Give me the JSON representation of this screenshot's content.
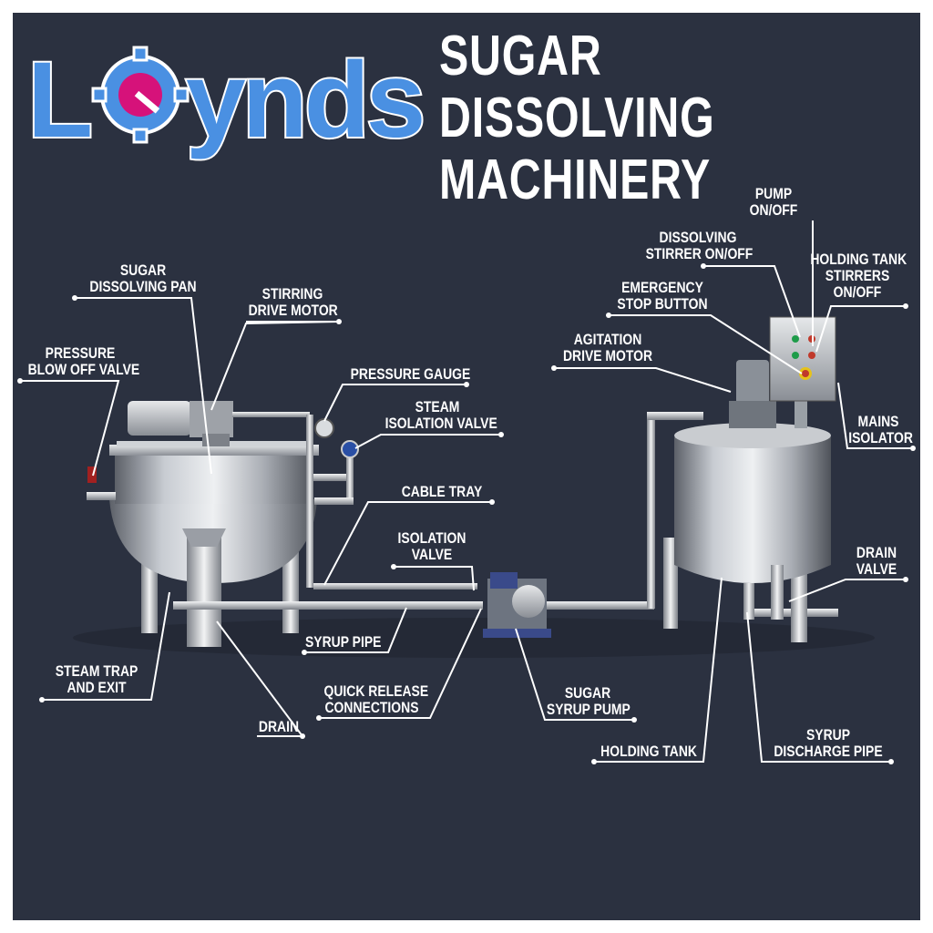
{
  "brand": {
    "logo_text": "Loynds",
    "logo_color": "#4a90e2",
    "accent_color": "#d6127a"
  },
  "title": {
    "line1": "SUGAR DISSOLVING",
    "line2": "MACHINERY"
  },
  "background_color": "#2b3140",
  "labels": {
    "sugar_dissolving_pan": {
      "l1": "SUGAR",
      "l2": "DISSOLVING PAN"
    },
    "stirring_drive_motor": {
      "l1": "STIRRING",
      "l2": "DRIVE MOTOR"
    },
    "pressure_blow_off_valve": {
      "l1": "PRESSURE",
      "l2": "BLOW OFF VALVE"
    },
    "pressure_gauge": {
      "l1": "PRESSURE GAUGE"
    },
    "steam_isolation_valve": {
      "l1": "STEAM",
      "l2": "ISOLATION VALVE"
    },
    "cable_tray": {
      "l1": "CABLE TRAY"
    },
    "isolation_valve": {
      "l1": "ISOLATION",
      "l2": "VALVE"
    },
    "syrup_pipe": {
      "l1": "SYRUP PIPE"
    },
    "steam_trap": {
      "l1": "STEAM TRAP",
      "l2": "AND EXIT"
    },
    "quick_release": {
      "l1": "QUICK RELEASE",
      "l2": "CONNECTIONS"
    },
    "drain": {
      "l1": "DRAIN"
    },
    "sugar_syrup_pump": {
      "l1": "SUGAR",
      "l2": "SYRUP PUMP"
    },
    "pump_on_off": {
      "l1": "PUMP",
      "l2": "ON/OFF"
    },
    "dissolving_stirrer": {
      "l1": "DISSOLVING",
      "l2": "STIRRER ON/OFF"
    },
    "holding_tank_stirrers": {
      "l1": "HOLDING TANK",
      "l2": "STIRRERS",
      "l3": "ON/OFF"
    },
    "emergency_stop": {
      "l1": "EMERGENCY",
      "l2": "STOP BUTTON"
    },
    "agitation_drive_motor": {
      "l1": "AGITATION",
      "l2": "DRIVE MOTOR"
    },
    "mains_isolator": {
      "l1": "MAINS",
      "l2": "ISOLATOR"
    },
    "drain_valve": {
      "l1": "DRAIN",
      "l2": "VALVE"
    },
    "holding_tank": {
      "l1": "HOLDING TANK"
    },
    "syrup_discharge_pipe": {
      "l1": "SYRUP",
      "l2": "DISCHARGE PIPE"
    }
  }
}
